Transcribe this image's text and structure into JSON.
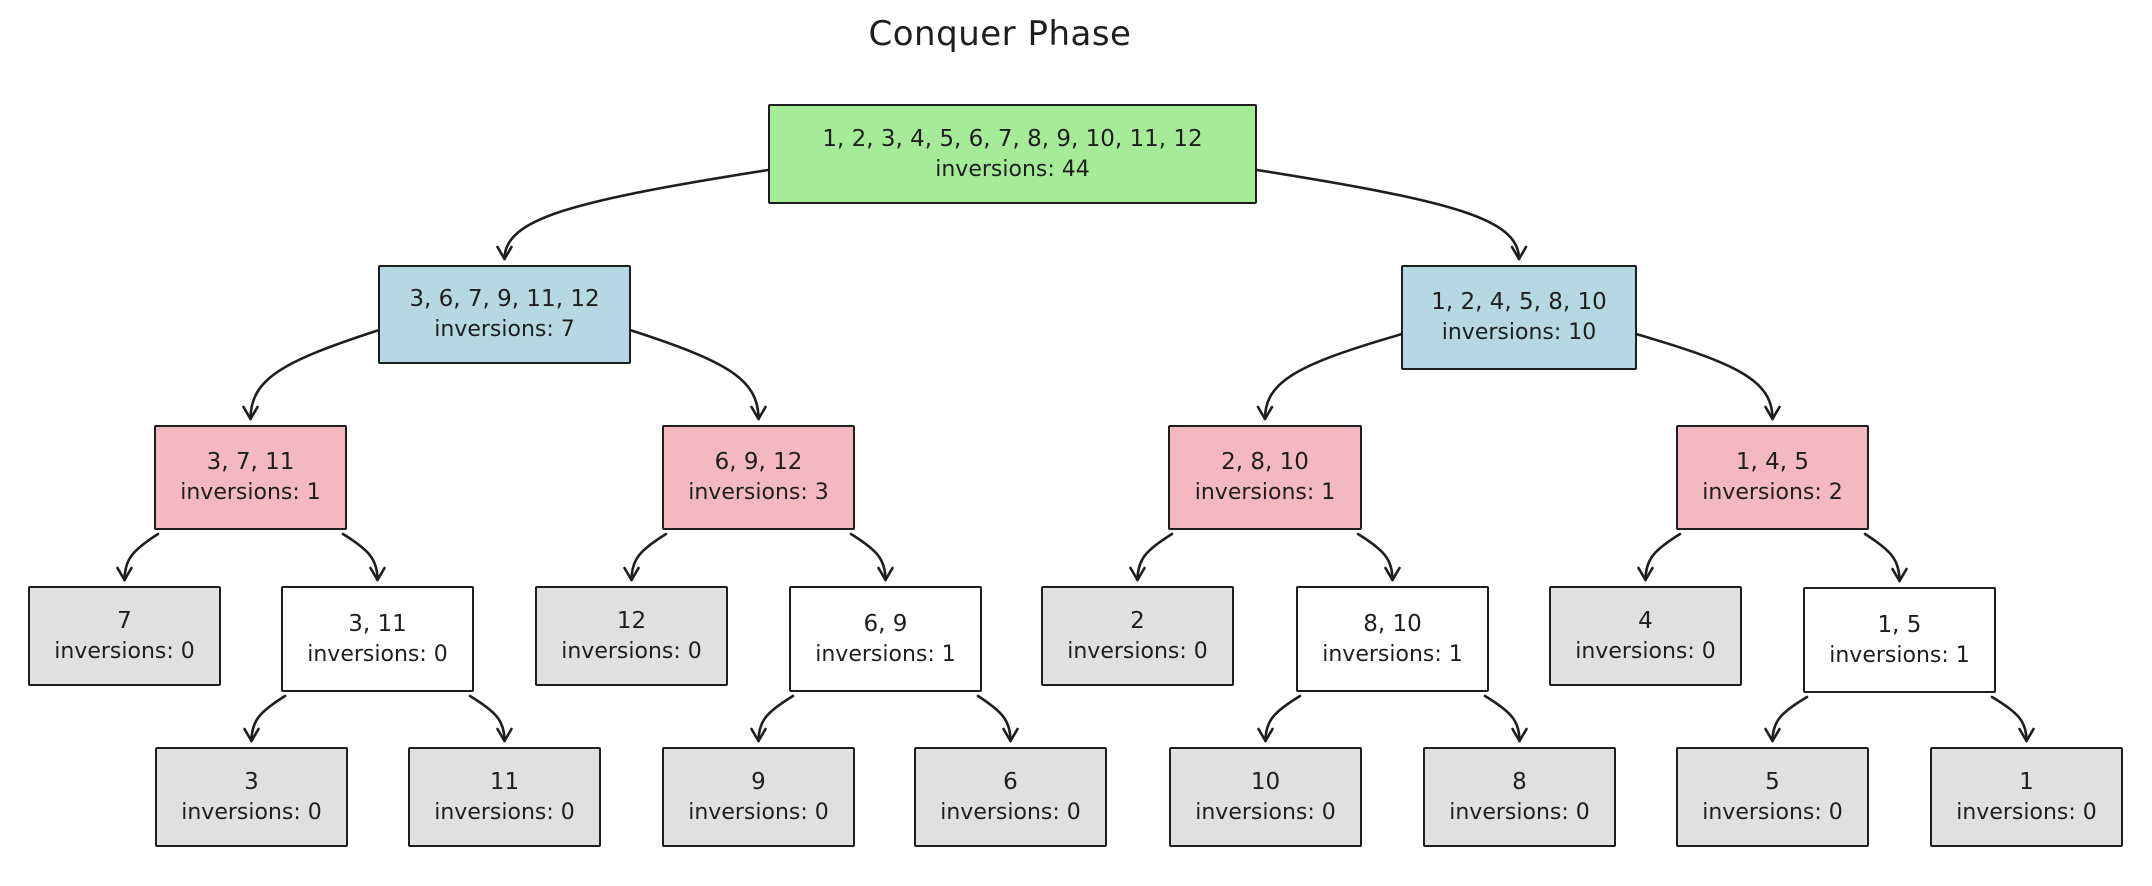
{
  "title": "Conquer Phase",
  "inversions_label": "inversions:",
  "colors": {
    "merged_root": "#a5eb98",
    "level1": "#b5d8e3",
    "level2": "#f4b8c1",
    "pair": "#ffffff",
    "leaf": "#e0e0e0",
    "stroke": "#1e1e1e"
  },
  "nodes": {
    "root": {
      "values": "1, 2, 3, 4, 5, 6, 7, 8, 9, 10, 11, 12",
      "inversions": "inversions: 44"
    },
    "l": {
      "values": "3, 6, 7, 9, 11, 12",
      "inversions": "inversions: 7"
    },
    "r": {
      "values": "1, 2, 4, 5, 8, 10",
      "inversions": "inversions: 10"
    },
    "ll": {
      "values": "3, 7, 11",
      "inversions": "inversions: 1"
    },
    "lr": {
      "values": "6, 9, 12",
      "inversions": "inversions: 3"
    },
    "rl": {
      "values": "2, 8, 10",
      "inversions": "inversions: 1"
    },
    "rr": {
      "values": "1, 4, 5",
      "inversions": "inversions: 2"
    },
    "lll": {
      "values": "7",
      "inversions": "inversions: 0"
    },
    "llr": {
      "values": "3, 11",
      "inversions": "inversions: 0"
    },
    "lrl": {
      "values": "12",
      "inversions": "inversions: 0"
    },
    "lrr": {
      "values": "6, 9",
      "inversions": "inversions: 1"
    },
    "rll": {
      "values": "2",
      "inversions": "inversions: 0"
    },
    "rlr": {
      "values": "8, 10",
      "inversions": "inversions: 1"
    },
    "rrl": {
      "values": "4",
      "inversions": "inversions: 0"
    },
    "rrr": {
      "values": "1, 5",
      "inversions": "inversions: 1"
    },
    "llrl": {
      "values": "3",
      "inversions": "inversions: 0"
    },
    "llrr": {
      "values": "11",
      "inversions": "inversions: 0"
    },
    "lrrl": {
      "values": "9",
      "inversions": "inversions: 0"
    },
    "lrrr": {
      "values": "6",
      "inversions": "inversions: 0"
    },
    "rlrl": {
      "values": "10",
      "inversions": "inversions: 0"
    },
    "rlrr": {
      "values": "8",
      "inversions": "inversions: 0"
    },
    "rrrl": {
      "values": "5",
      "inversions": "inversions: 0"
    },
    "rrrr": {
      "values": "1",
      "inversions": "inversions: 0"
    }
  },
  "edges": [
    [
      "root",
      "l"
    ],
    [
      "root",
      "r"
    ],
    [
      "l",
      "ll"
    ],
    [
      "l",
      "lr"
    ],
    [
      "r",
      "rl"
    ],
    [
      "r",
      "rr"
    ],
    [
      "ll",
      "lll"
    ],
    [
      "ll",
      "llr"
    ],
    [
      "lr",
      "lrl"
    ],
    [
      "lr",
      "lrr"
    ],
    [
      "rl",
      "rll"
    ],
    [
      "rl",
      "rlr"
    ],
    [
      "rr",
      "rrl"
    ],
    [
      "rr",
      "rrr"
    ],
    [
      "llr",
      "llrl"
    ],
    [
      "llr",
      "llrr"
    ],
    [
      "lrr",
      "lrrl"
    ],
    [
      "lrr",
      "lrrr"
    ],
    [
      "rlr",
      "rlrl"
    ],
    [
      "rlr",
      "rlrr"
    ],
    [
      "rrr",
      "rrrl"
    ],
    [
      "rrr",
      "rrrr"
    ]
  ]
}
